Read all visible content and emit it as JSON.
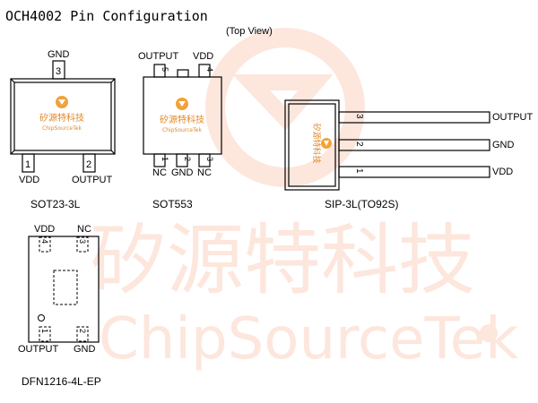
{
  "title": "OCH4002 Pin Configuration",
  "top_view": "(Top View)",
  "watermark": {
    "cn": "矽源特科技",
    "en": "ChipSourceTek",
    "color": "#fde6dc"
  },
  "logo": {
    "cn": "矽源特科技",
    "en": "ChipSourceTek",
    "color": "#f2a13a"
  },
  "packages": {
    "sot23": {
      "name": "SOT23-3L",
      "pins": [
        {
          "num": "3",
          "label": "GND"
        },
        {
          "num": "1",
          "label": "VDD"
        },
        {
          "num": "2",
          "label": "OUTPUT"
        }
      ]
    },
    "sot553": {
      "name": "SOT553",
      "pins": [
        {
          "num": "5",
          "label": "OUTPUT"
        },
        {
          "num": "4",
          "label": "VDD"
        },
        {
          "num": "1",
          "label": "NC"
        },
        {
          "num": "2",
          "label": "GND"
        },
        {
          "num": "3",
          "label": "NC"
        }
      ]
    },
    "sip3": {
      "name": "SIP-3L(TO92S)",
      "pins": [
        {
          "num": "3",
          "label": "OUTPUT"
        },
        {
          "num": "2",
          "label": "GND"
        },
        {
          "num": "1",
          "label": "VDD"
        }
      ]
    },
    "dfn": {
      "name": "DFN1216-4L-EP",
      "pins": [
        {
          "num": "4",
          "label": "VDD"
        },
        {
          "num": "3",
          "label": "NC"
        },
        {
          "num": "1",
          "label": "OUTPUT"
        },
        {
          "num": "2",
          "label": "GND"
        }
      ]
    }
  }
}
